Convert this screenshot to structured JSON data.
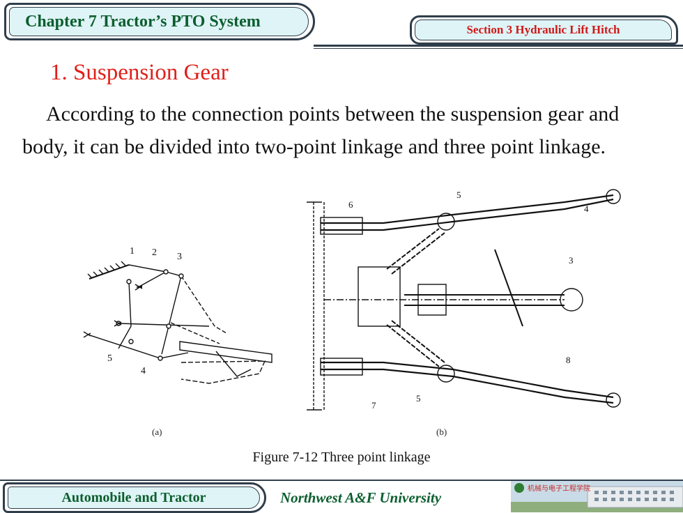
{
  "header": {
    "chapter_title": "Chapter 7 Tractor’s PTO System",
    "section_title": "Section 3 Hydraulic  Lift Hitch"
  },
  "content": {
    "heading": "1. Suspension Gear",
    "paragraph": "According to the connection points between the suspension gear and body, it can be divided into two-point linkage and three point linkage."
  },
  "figure": {
    "labels_a": [
      "1",
      "2",
      "3",
      "4",
      "5"
    ],
    "labels_b": [
      "3",
      "4",
      "5",
      "5",
      "6",
      "7",
      "8"
    ],
    "caption_a": "(a)",
    "caption_b": "(b)",
    "caption": "Figure 7-12 Three point linkage"
  },
  "footer": {
    "course": "Automobile and Tractor",
    "university": "Northwest  A&F  University",
    "banner_text": "机械与电子工程学院"
  },
  "colors": {
    "accent_green": "#0b5e2f",
    "accent_red": "#d01818",
    "tab_fill": "#dff4f6",
    "border": "#2f3d4a"
  }
}
